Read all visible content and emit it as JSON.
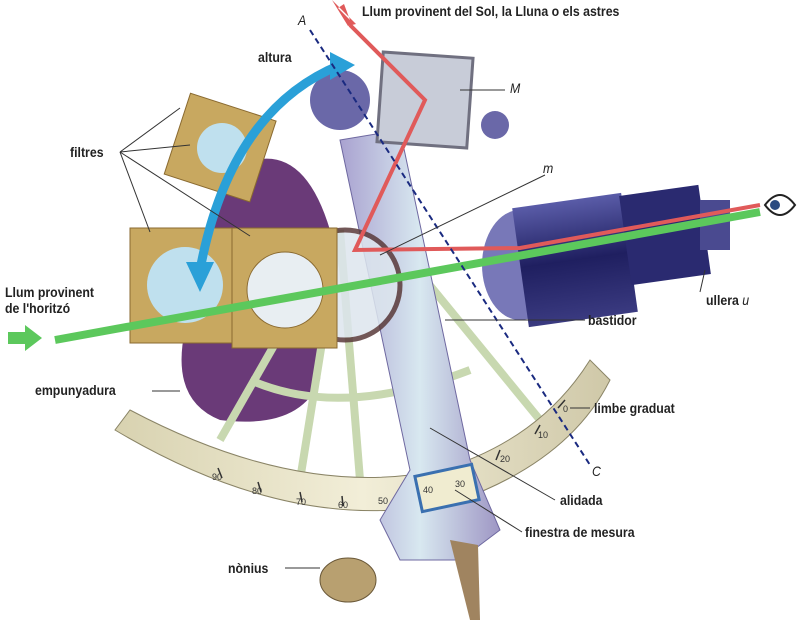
{
  "labels": {
    "sun_light": "Llum provinent del Sol, la Lluna o els astres",
    "point_a": "A",
    "altura": "altura",
    "mirror_big": "M",
    "filtres": "filtres",
    "mirror_small": "m",
    "horizon_light_1": "Llum provinent",
    "horizon_light_2": "de l'horitzó",
    "ullera": "ullera",
    "ullera_var": "u",
    "bastidor": "bastidor",
    "empunyadura": "empunyadura",
    "limbe": "limbe graduat",
    "point_c": "C",
    "alidada": "alidada",
    "finestra": "finestra de mesura",
    "nonius": "nònius"
  },
  "scale": {
    "arc_ticks": [
      "90",
      "80",
      "70",
      "60",
      "50",
      "20",
      "10",
      "0"
    ],
    "window_ticks": [
      "40",
      "30"
    ]
  },
  "colors": {
    "sun_ray": "#e05a5a",
    "horizon_ray": "#5cc85c",
    "altitude_arrow": "#2aa0d8",
    "frame": "#b8b0d8",
    "arc": "#e8e4c8"
  }
}
